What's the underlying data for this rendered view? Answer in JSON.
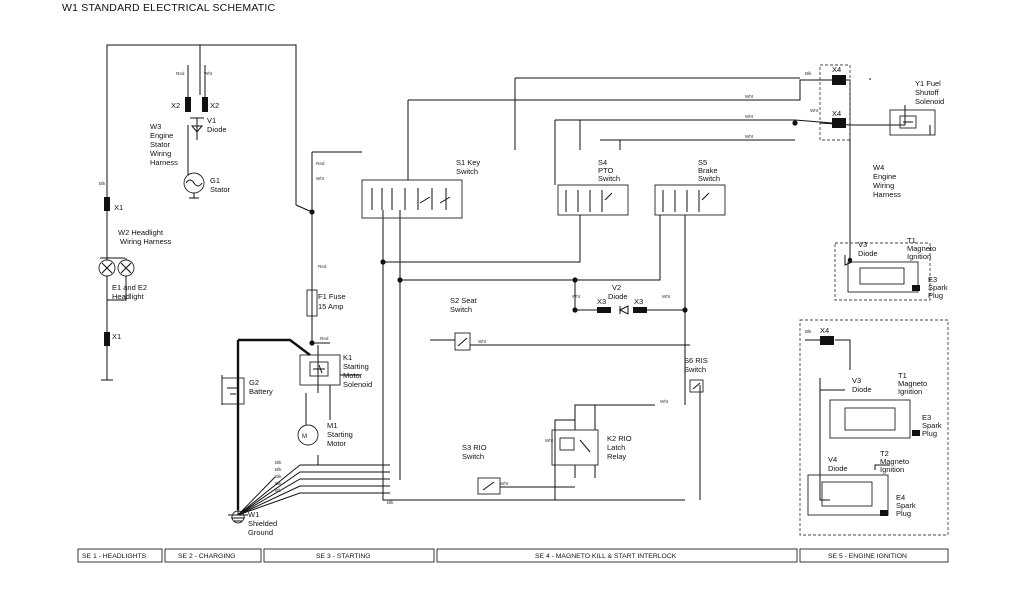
{
  "title": "W1 STANDARD ELECTRICAL SCHEMATIC",
  "components": {
    "x2_left": "X2",
    "x2_right": "X2",
    "v1": [
      "V1",
      "Diode"
    ],
    "w3": [
      "W3",
      "Engine",
      "Stator",
      "Wiring",
      "Harness"
    ],
    "g1": [
      "G1",
      "Stator"
    ],
    "x1_top": "X1",
    "w2": [
      "W2 Headlight",
      "Wiring Harness"
    ],
    "e1e2": [
      "E1 and E2",
      "Headlight"
    ],
    "x1_bottom": "X1",
    "s1": [
      "S1 Key",
      "Switch"
    ],
    "s4": [
      "S4",
      "PTO",
      "Switch"
    ],
    "s5": [
      "S5",
      "Brake",
      "Switch"
    ],
    "f1": [
      "F1 Fuse",
      "15 Amp"
    ],
    "s2": [
      "S2 Seat",
      "Switch"
    ],
    "k1": [
      "K1",
      "Starting",
      "Motor",
      "Solenoid"
    ],
    "g2": [
      "G2",
      "Battery"
    ],
    "m1": [
      "M1",
      "Starting",
      "Motor"
    ],
    "w1": [
      "W1",
      "Shielded",
      "Ground"
    ],
    "v2": [
      "V2",
      "Diode"
    ],
    "x3_left": "X3",
    "x3_right": "X3",
    "s6": [
      "S6 RIS",
      "Switch"
    ],
    "k2": [
      "K2 RIO",
      "Latch",
      "Relay"
    ],
    "s3": [
      "S3 RIO",
      "Switch"
    ],
    "x4_top": "X4",
    "x4_mid": "X4",
    "y1": [
      "Y1 Fuel",
      "Shutoff",
      "Solenoid"
    ],
    "w4": [
      "W4",
      "Engine",
      "Wiring",
      "Harness"
    ],
    "v3_top": [
      "V3",
      "Diode"
    ],
    "t1_top": [
      "T1",
      "Magneto",
      "Ignition"
    ],
    "e3_top": [
      "E3",
      "Spark",
      "Plug"
    ],
    "x4_bottom": "X4",
    "v3": [
      "V3",
      "Diode"
    ],
    "t1": [
      "T1",
      "Magneto",
      "Ignition"
    ],
    "e3": [
      "E3",
      "Spark",
      "Plug"
    ],
    "v4": [
      "V4",
      "Diode"
    ],
    "t2": [
      "T2",
      "Magneto",
      "Ignition"
    ],
    "e4": [
      "E4",
      "Spark",
      "Plug"
    ]
  },
  "sections": [
    "SE 1 - HEADLIGHTS",
    "SE 2 - CHARGING",
    "SE 3 - STARTING",
    "SE 4 - MAGNETO KILL & START INTERLOCK",
    "SE 5 - ENGINE IGNITION"
  ]
}
